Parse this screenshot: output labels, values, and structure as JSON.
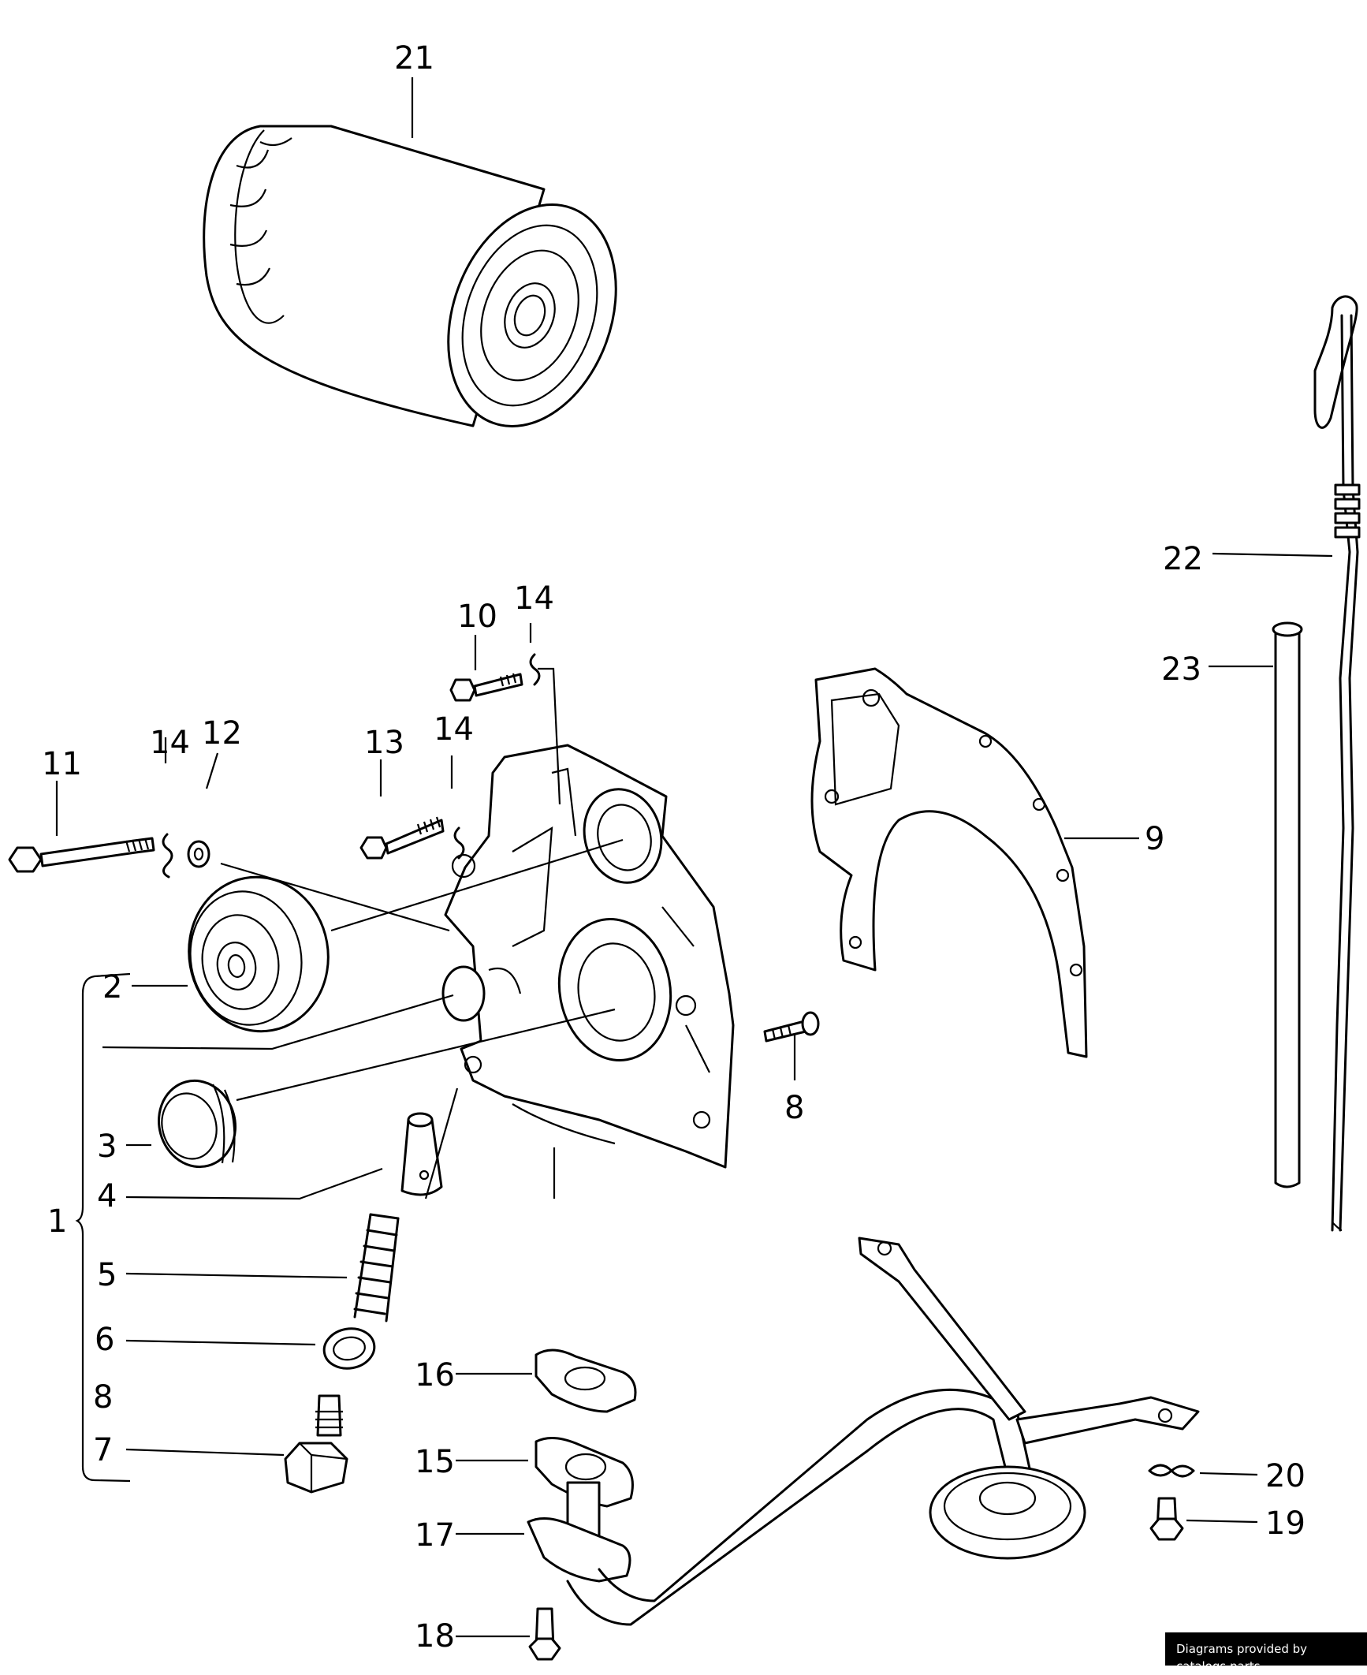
{
  "callouts": [
    {
      "id": "21",
      "text": "21"
    },
    {
      "id": "22",
      "text": "22"
    },
    {
      "id": "23",
      "text": "23"
    },
    {
      "id": "10",
      "text": "10"
    },
    {
      "id": "14a",
      "text": "14"
    },
    {
      "id": "11",
      "text": "11"
    },
    {
      "id": "14b",
      "text": "14"
    },
    {
      "id": "12",
      "text": "12"
    },
    {
      "id": "13",
      "text": "13"
    },
    {
      "id": "14c",
      "text": "14"
    },
    {
      "id": "9",
      "text": "9"
    },
    {
      "id": "2",
      "text": "2"
    },
    {
      "id": "8a",
      "text": "8"
    },
    {
      "id": "3",
      "text": "3"
    },
    {
      "id": "4",
      "text": "4"
    },
    {
      "id": "1",
      "text": "1"
    },
    {
      "id": "5",
      "text": "5"
    },
    {
      "id": "6",
      "text": "6"
    },
    {
      "id": "16",
      "text": "16"
    },
    {
      "id": "8b",
      "text": "8"
    },
    {
      "id": "15",
      "text": "15"
    },
    {
      "id": "7",
      "text": "7"
    },
    {
      "id": "20",
      "text": "20"
    },
    {
      "id": "19",
      "text": "19"
    },
    {
      "id": "17",
      "text": "17"
    },
    {
      "id": "18",
      "text": "18"
    }
  ],
  "credit": "Diagrams provided by catalogs parts"
}
